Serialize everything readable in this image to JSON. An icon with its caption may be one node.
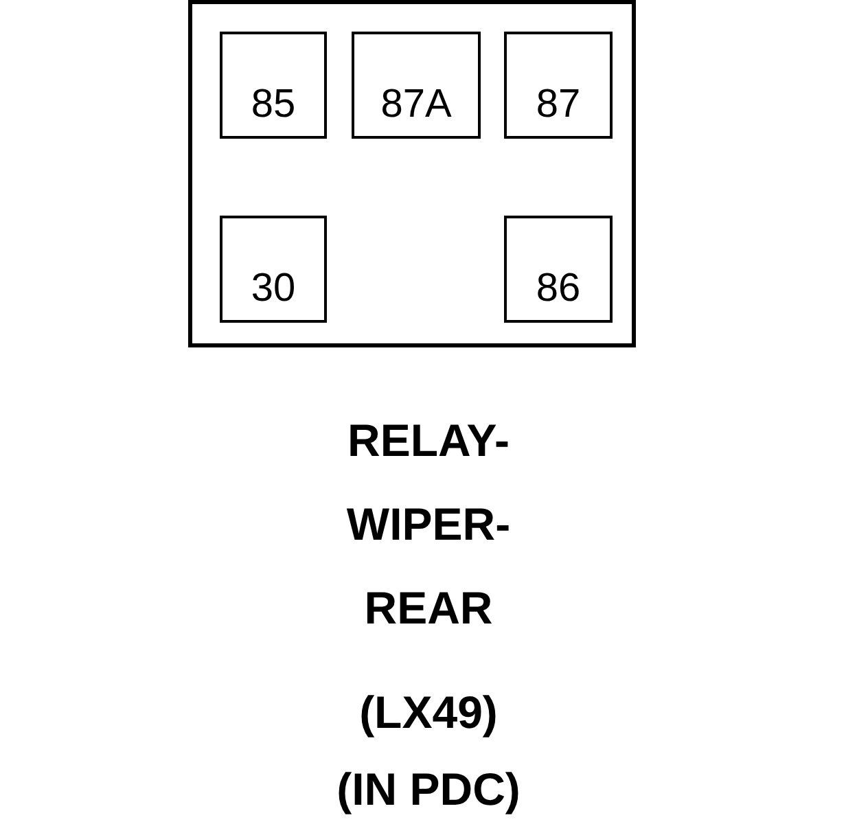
{
  "diagram": {
    "nodes": [
      {
        "text": [],
        "shape": "box"
      },
      {
        "text": [
          "85"
        ],
        "in": 0
      },
      {
        "text": [
          "87A"
        ],
        "in": 0
      },
      {
        "text": [
          "87"
        ],
        "in": 0
      },
      {
        "text": [
          "30"
        ],
        "in": 0
      },
      {
        "text": [
          "86"
        ],
        "in": 0
      }
    ],
    "edges": [],
    "labels": [
      "RELAY- WIPER- REAR",
      "(LX49)",
      "(IN PDC)"
    ]
  }
}
